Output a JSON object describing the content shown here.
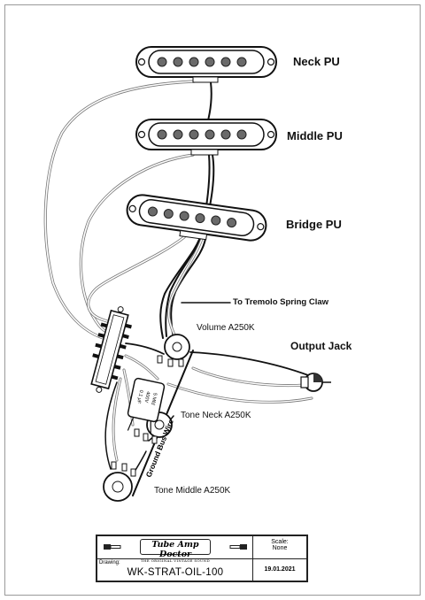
{
  "labels": {
    "neck_pu": "Neck PU",
    "middle_pu": "Middle PU",
    "bridge_pu": "Bridge PU",
    "tremolo": "To Tremolo Spring Claw",
    "volume": "Volume A250K",
    "output_jack": "Output Jack",
    "tone_neck": "Tone Neck A250K",
    "tone_middle": "Tone Middle A250K",
    "ground_bus": "Ground Bus Wire"
  },
  "capacitor": {
    "line1": "0.1 µF",
    "line2": "400V",
    "line3": "5 Mfd"
  },
  "title_block": {
    "logo": "Tube Amp Doctor",
    "logo_sub": "THE ORIGINAL VINTAGE SOUND",
    "scale_label": "Scale:",
    "scale_value": "None",
    "drawing_label": "Drawing:",
    "drawing_number": "WK-STRAT-OIL-100",
    "date": "19.01.2021"
  }
}
